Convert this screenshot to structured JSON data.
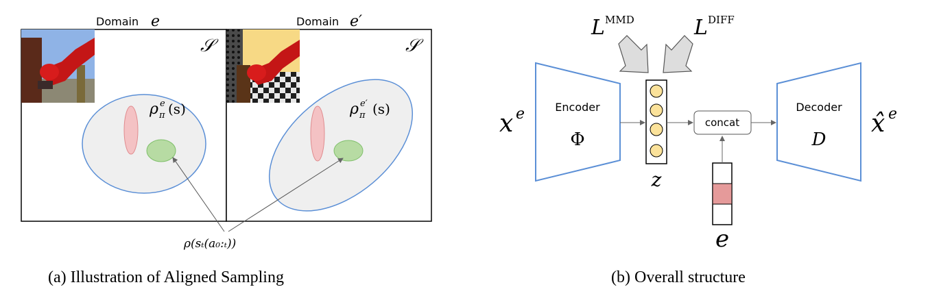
{
  "panel_a": {
    "left_title_word": "Domain",
    "left_title_symbol": "e",
    "right_title_word": "Domain",
    "right_title_symbol": "e′",
    "space_symbol_left": "𝒮",
    "space_symbol_right": "𝒮",
    "density_label_left": {
      "base": "ρ",
      "sup": "e",
      "sub": "π",
      "arg": "(s)"
    },
    "density_label_right": {
      "base": "ρ",
      "sup": "e′",
      "sub": "π",
      "arg": "(s)"
    },
    "pointer_label": "ρ(sₜ(a₀:ₜ))",
    "caption": "(a) Illustration of Aligned Sampling",
    "colors": {
      "ellipse_fill": "#efefef",
      "ellipse_stroke": "#5b8fd6",
      "red_fill": "#f4c2c4",
      "red_stroke": "#e08b8e",
      "green_fill": "#b7dba3",
      "green_stroke": "#7fbf6a"
    }
  },
  "panel_b": {
    "input_label": {
      "base": "x",
      "sup": "e"
    },
    "output_label": {
      "base": "x̂",
      "sup": "e"
    },
    "encoder_label": "Encoder",
    "encoder_symbol": "Φ",
    "decoder_label": "Decoder",
    "decoder_symbol": "D",
    "latent_label": "z",
    "concat_label": "concat",
    "domain_label": "e",
    "loss_mmd": {
      "base": "L",
      "sup": "MMD"
    },
    "loss_diff": {
      "base": "L",
      "sup": "DIFF"
    },
    "caption": "(b) Overall structure",
    "colors": {
      "trapezoid_stroke": "#5b8fd6",
      "latent_fill": "#fbe29a",
      "domain_cell_fill": "#e59a9a",
      "arrow_fill": "#dddddd",
      "arrow_stroke": "#555555"
    }
  }
}
